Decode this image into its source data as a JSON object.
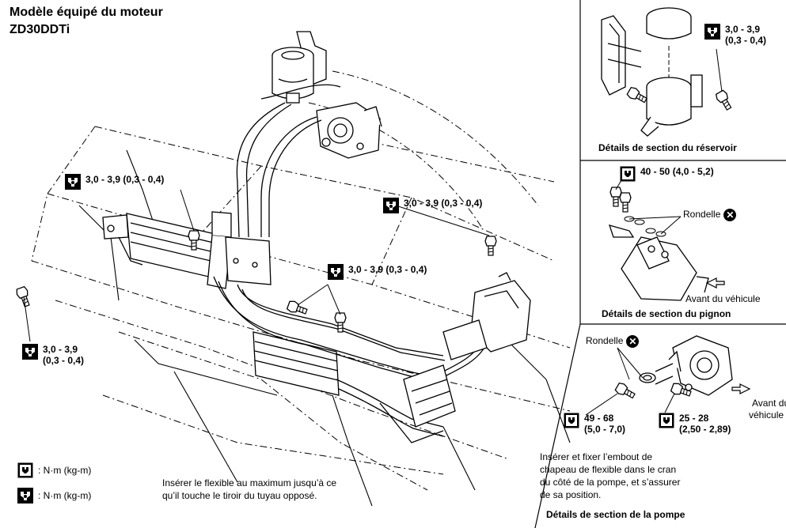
{
  "title_line1": "Modèle équipé du moteur",
  "title_line2": "ZD30DDTi",
  "torque_main_left": {
    "range": "3,0 - 3,9 (0,3 - 0,4)"
  },
  "torque_main_right": {
    "range": "3,0 - 3,9 (0,3 - 0,4)"
  },
  "torque_main_center": {
    "range": "3,0 - 3,9 (0,3 - 0,4)"
  },
  "torque_main_far_left": {
    "line1": "3,0 - 3,9",
    "line2": "(0,3 - 0,4)"
  },
  "reservoir": {
    "torque_line1": "3,0 - 3,9",
    "torque_line2": "(0,3 - 0,4)",
    "caption": "Détails de section du réservoir"
  },
  "pinion": {
    "torque": "40 - 50 (4,0 - 5,2)",
    "washer_label": "Rondelle",
    "front_label": "Avant du véhicule",
    "caption": "Détails de section du pignon"
  },
  "pump": {
    "washer_label": "Rondelle",
    "front_line1": "Avant du",
    "front_line2": "véhicule",
    "torque_a_line1": "49 - 68",
    "torque_a_line2": "(5,0 - 7,0)",
    "torque_b_line1": "25 - 28",
    "torque_b_line2": "(2,50 - 2,89)",
    "instruction_line1": "Insérer et fixer l’embout de",
    "instruction_line2": "chapeau de flexible dans le cran",
    "instruction_line3": "du côté de la pompe, et s’assurer",
    "instruction_line4": "de sa position.",
    "caption": "Détails de section de la pompe"
  },
  "legend": {
    "item1": ": N·m (kg-m)",
    "item2": ": N·m (kg-m)"
  },
  "bottom_note_line1": "Insérer le flexible au maximum jusqu’à ce",
  "bottom_note_line2": "qu’il touche le tiroir du tuyau opposé."
}
